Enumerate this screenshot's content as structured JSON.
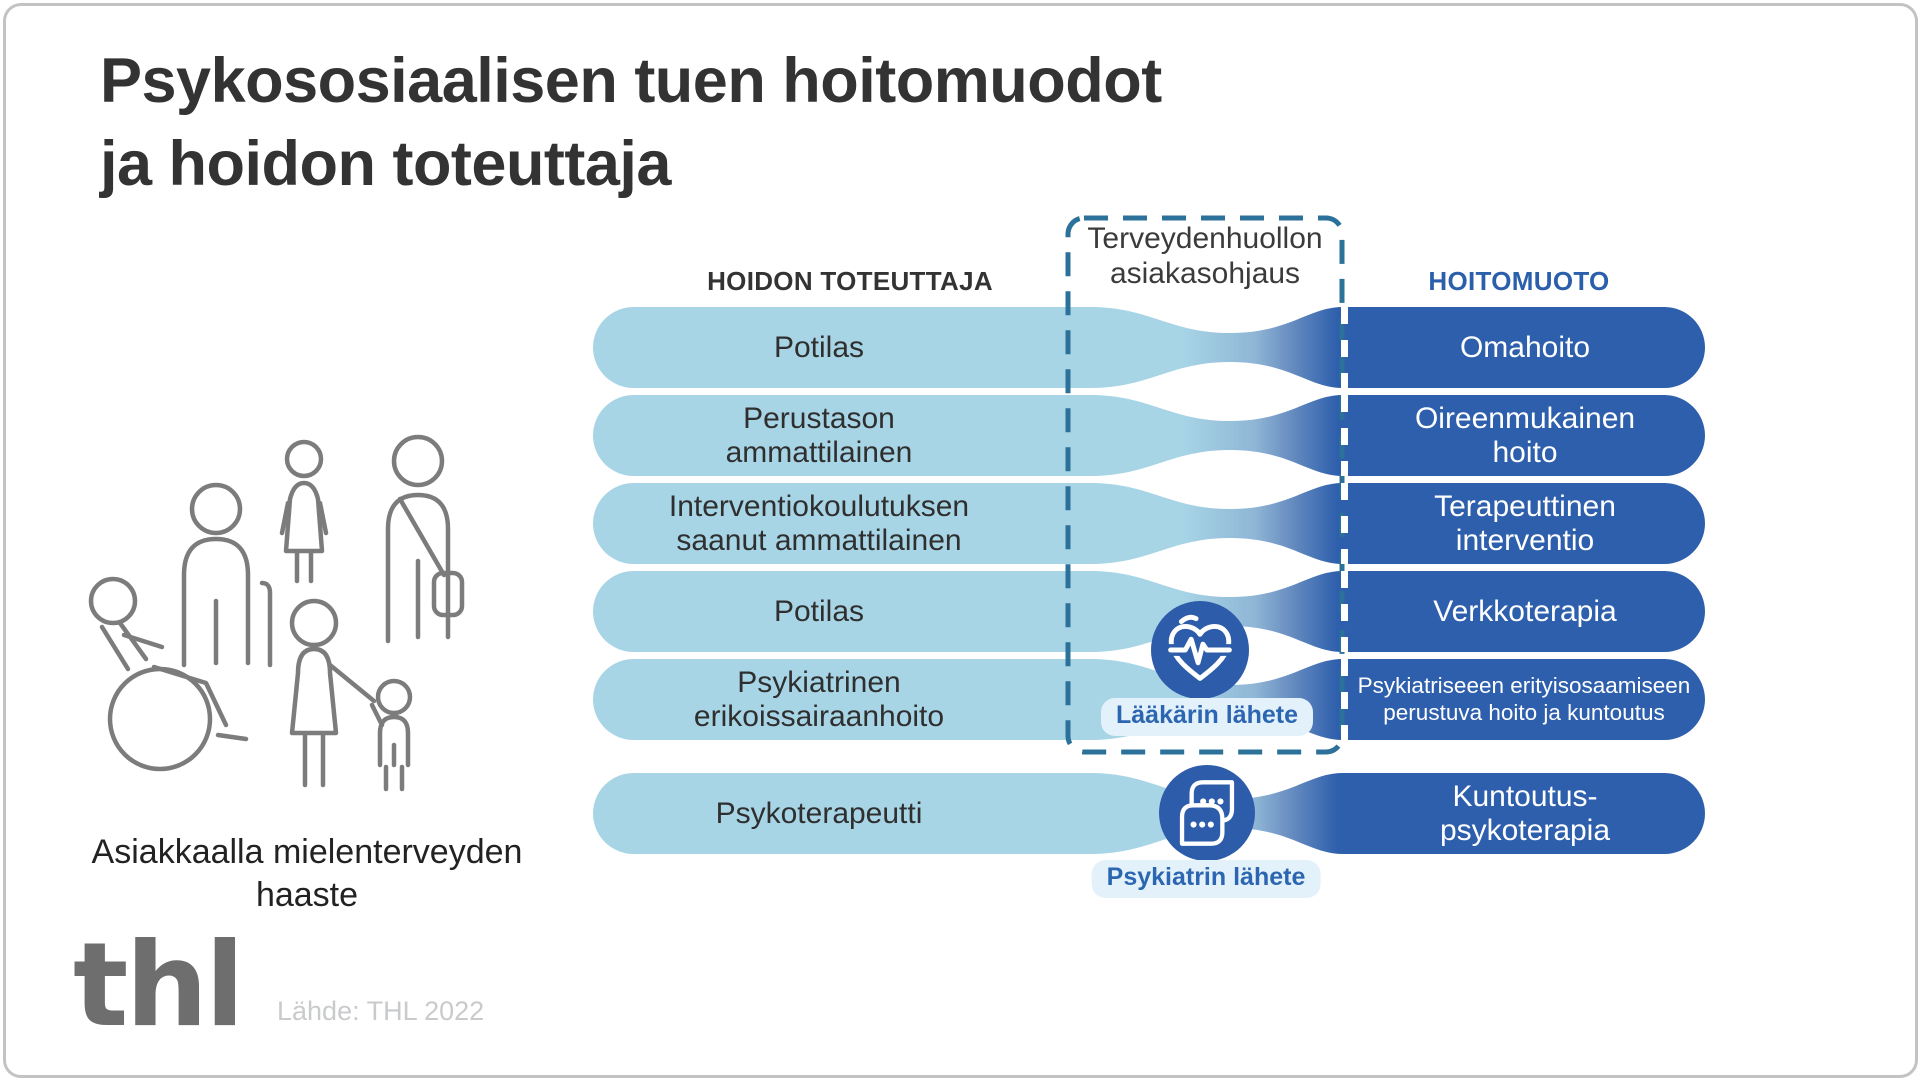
{
  "title": "Psykososiaalisen tuen hoitomuodot\nja hoidon toteuttaja",
  "left_panel": {
    "caption": "Asiakkaalla mielenterveyden haaste",
    "logo_text": "thl",
    "source": "Lähde: THL 2022",
    "icon": "people-group-icon"
  },
  "diagram": {
    "provider_header": "HOIDON TOTEUTTAJA",
    "treatment_header": "HOITOMUOTO",
    "referral_box_label": "Terveydenhuollon asiakasohjaus",
    "rows": [
      {
        "provider": "Potilas",
        "treatment": "Omahoito"
      },
      {
        "provider": "Perustason ammattilainen",
        "treatment": "Oireenmukainen hoito"
      },
      {
        "provider": "Interventiokoulutuksen saanut ammattilainen",
        "treatment": "Terapeuttinen interventio"
      },
      {
        "provider": "Potilas",
        "treatment": "Verkkoterapia"
      },
      {
        "provider": "Psykiatrinen erikoissairaanhoito",
        "treatment": "Psykiatriseeen erityisosaamiseen perustuva hoito ja kuntoutus"
      },
      {
        "provider": "Psykoterapeutti",
        "treatment": "Kuntoutus-psykoterapia"
      }
    ],
    "referrals": [
      {
        "label": "Lääkärin lähete",
        "icon": "heart-ekg-icon"
      },
      {
        "label": "Psykiatrin lähete",
        "icon": "chat-leaves-icon"
      }
    ]
  },
  "colors": {
    "light_blue": "#A7D5E6",
    "dark_blue": "#2E5FAC",
    "dash_blue": "#2B7199",
    "header_blue": "#2B5FAC",
    "referral_text_blue": "#2C66B1",
    "referral_bg": "#E3F1FB",
    "title_color": "#333333",
    "people_stroke": "#7C7C7C",
    "logo_gray": "#6E6E6E",
    "source_gray": "#C8CACC"
  }
}
